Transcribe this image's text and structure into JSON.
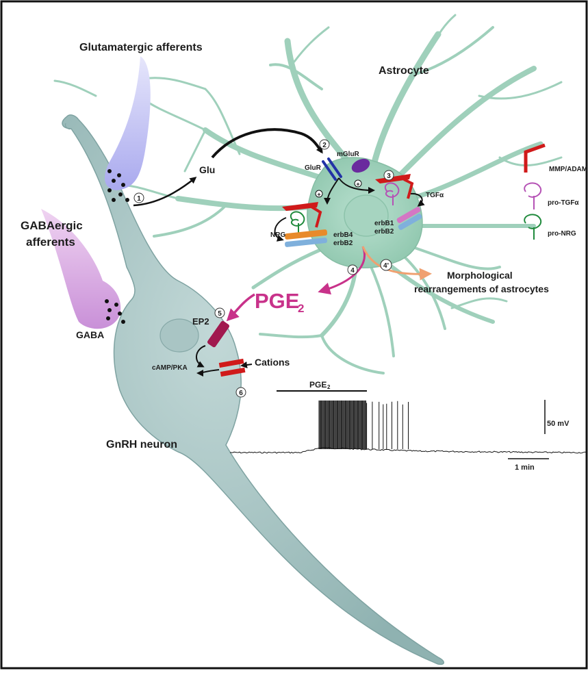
{
  "labels": {
    "glutamatergic": "Glutamatergic afferents",
    "astrocyte": "Astrocyte",
    "gabaergic_line1": "GABAergic",
    "gabaergic_line2": "afferents",
    "gaba": "GABA",
    "glu": "Glu",
    "glur": "GluR",
    "mglur": "mGluR",
    "nrg": "NRG",
    "erbb4": "erbB4",
    "erbb2_left": "erbB2",
    "erbb1": "erbB1",
    "erbb2_right": "erbB2",
    "tgfa": "TGFα",
    "mmp_adam": "MMP/ADAM",
    "pro_tgfa": "pro-TGFα",
    "pro_nrg": "pro-NRG",
    "morph_line1": "Morphological",
    "morph_line2": "rearrangements of astrocytes",
    "pge2_main": "PGE",
    "pge2_main_sub": "2",
    "ep2": "EP2",
    "camp_pka": "cAMP/PKA",
    "cations": "Cations",
    "gnrh_neuron": "GnRH neuron",
    "trace_pge2": "PGE",
    "trace_pge2_sub": "2",
    "scale_voltage": "50 mV",
    "scale_time": "1 min"
  },
  "steps": [
    "1",
    "2",
    "3",
    "4",
    "4'",
    "5",
    "6"
  ],
  "colors": {
    "astrocyte": "#9fd0bb",
    "neuron": "#9dbcbb",
    "pge2": "#c8328a",
    "mmp": "#d01a1a",
    "pro_tgfa": "#b552b5",
    "pro_nrg": "#1f8a3c",
    "erbb4": "#e88a2a",
    "erbb2": "#7fb0dc",
    "glur": "#2233a6",
    "mglur": "#6a2a9e",
    "morph_arrow": "#f0a070",
    "glut_terminal": "#b9b9f2",
    "gaba_terminal": "#d7a6e0"
  }
}
